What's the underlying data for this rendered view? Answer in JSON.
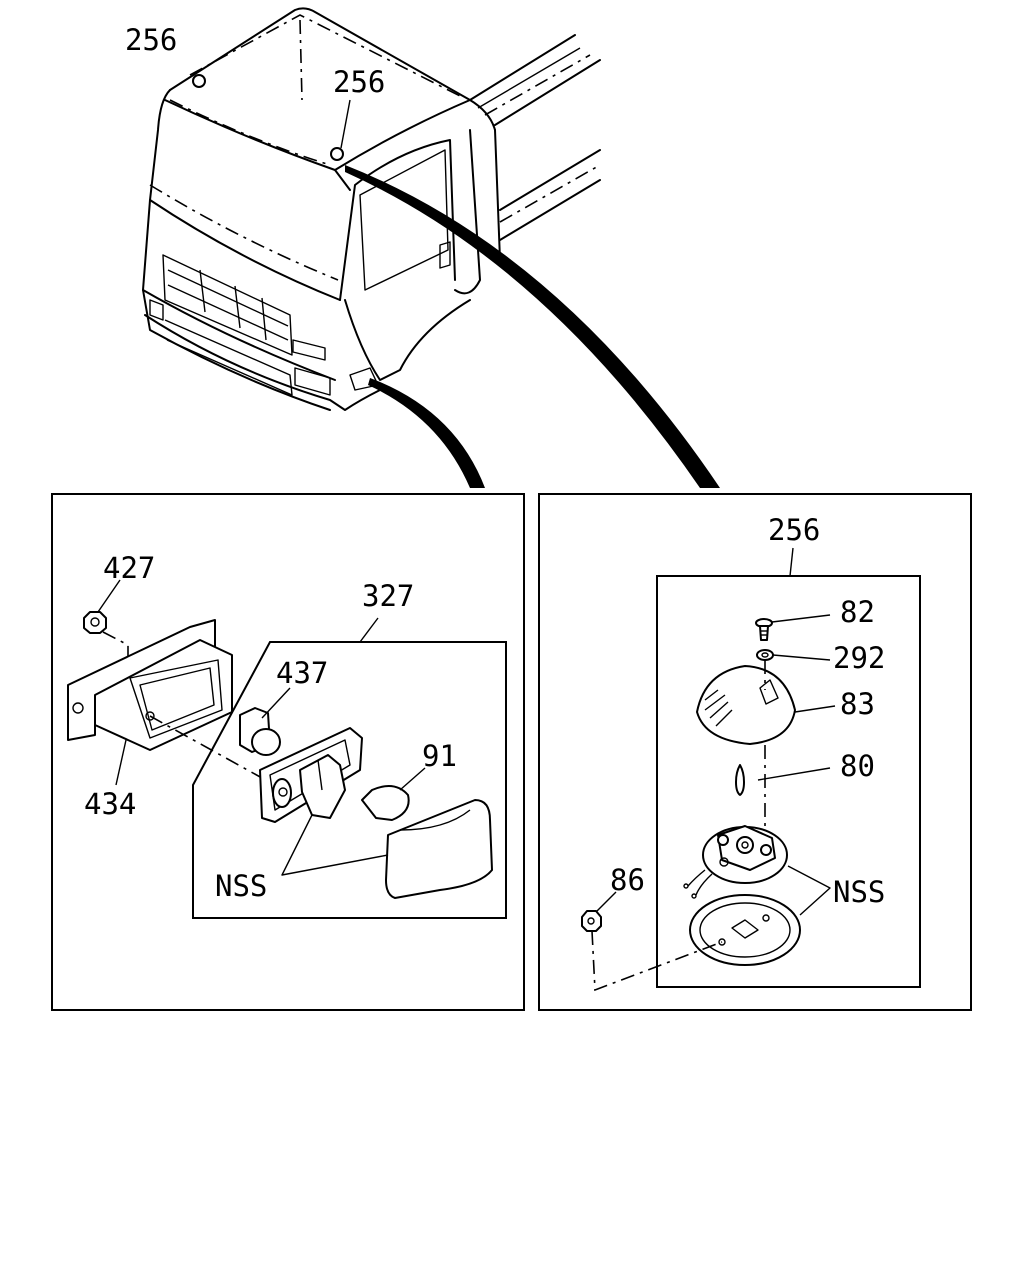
{
  "labels": {
    "cab_marker_left": "256",
    "cab_marker_right": "256",
    "nut_427": "427",
    "lamp_assy_327": "327",
    "socket_437": "437",
    "bulb_91": "91",
    "bracket_434": "434",
    "nss_left": "NSS",
    "marker_assy_256": "256",
    "screw_82": "82",
    "washer_292": "292",
    "lens_83": "83",
    "bulb_80": "80",
    "nut_86": "86",
    "nss_right": "NSS"
  }
}
